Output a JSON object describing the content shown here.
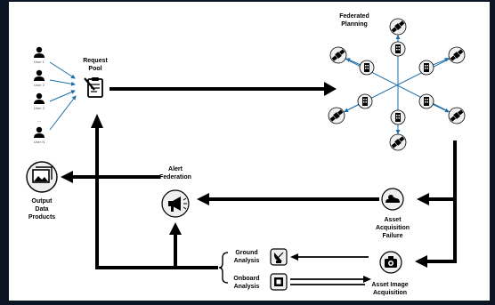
{
  "colors": {
    "frame": "#0b1524",
    "panel": "#ffffff",
    "line": "#000000",
    "accent": "#1e6fa8",
    "icon_circle": "#f0f0f0"
  },
  "users": [
    {
      "label": "User 1"
    },
    {
      "label": "User 2"
    },
    {
      "label": "User 3"
    },
    {
      "label": "User N"
    }
  ],
  "users_ellipsis": "...",
  "request_pool": {
    "line1": "Request",
    "line2": "Pool",
    "icon": "clipboard-icon"
  },
  "federated_planning": {
    "line1": "Federated",
    "line2": "Planning",
    "hub_icons": [
      "satellite-icon",
      "building-icon"
    ]
  },
  "alert_federation": {
    "line1": "Alert",
    "line2": "Federation",
    "icon": "megaphone-icon"
  },
  "output": {
    "line1": "Output",
    "line2": "Data",
    "line3": "Products",
    "icon": "image-gallery-icon"
  },
  "asset_failure": {
    "line1": "Asset",
    "line2": "Acquisition",
    "line3": "Failure",
    "icon": "cloud-cover-icon"
  },
  "asset_image": {
    "line1": "Asset Image",
    "line2": "Acquisition",
    "icon": "camera-icon"
  },
  "ground_analysis": {
    "line1": "Ground",
    "line2": "Analysis",
    "icon": "satellite-dish-icon"
  },
  "onboard_analysis": {
    "line1": "Onboard",
    "line2": "Analysis",
    "icon": "chip-icon"
  }
}
